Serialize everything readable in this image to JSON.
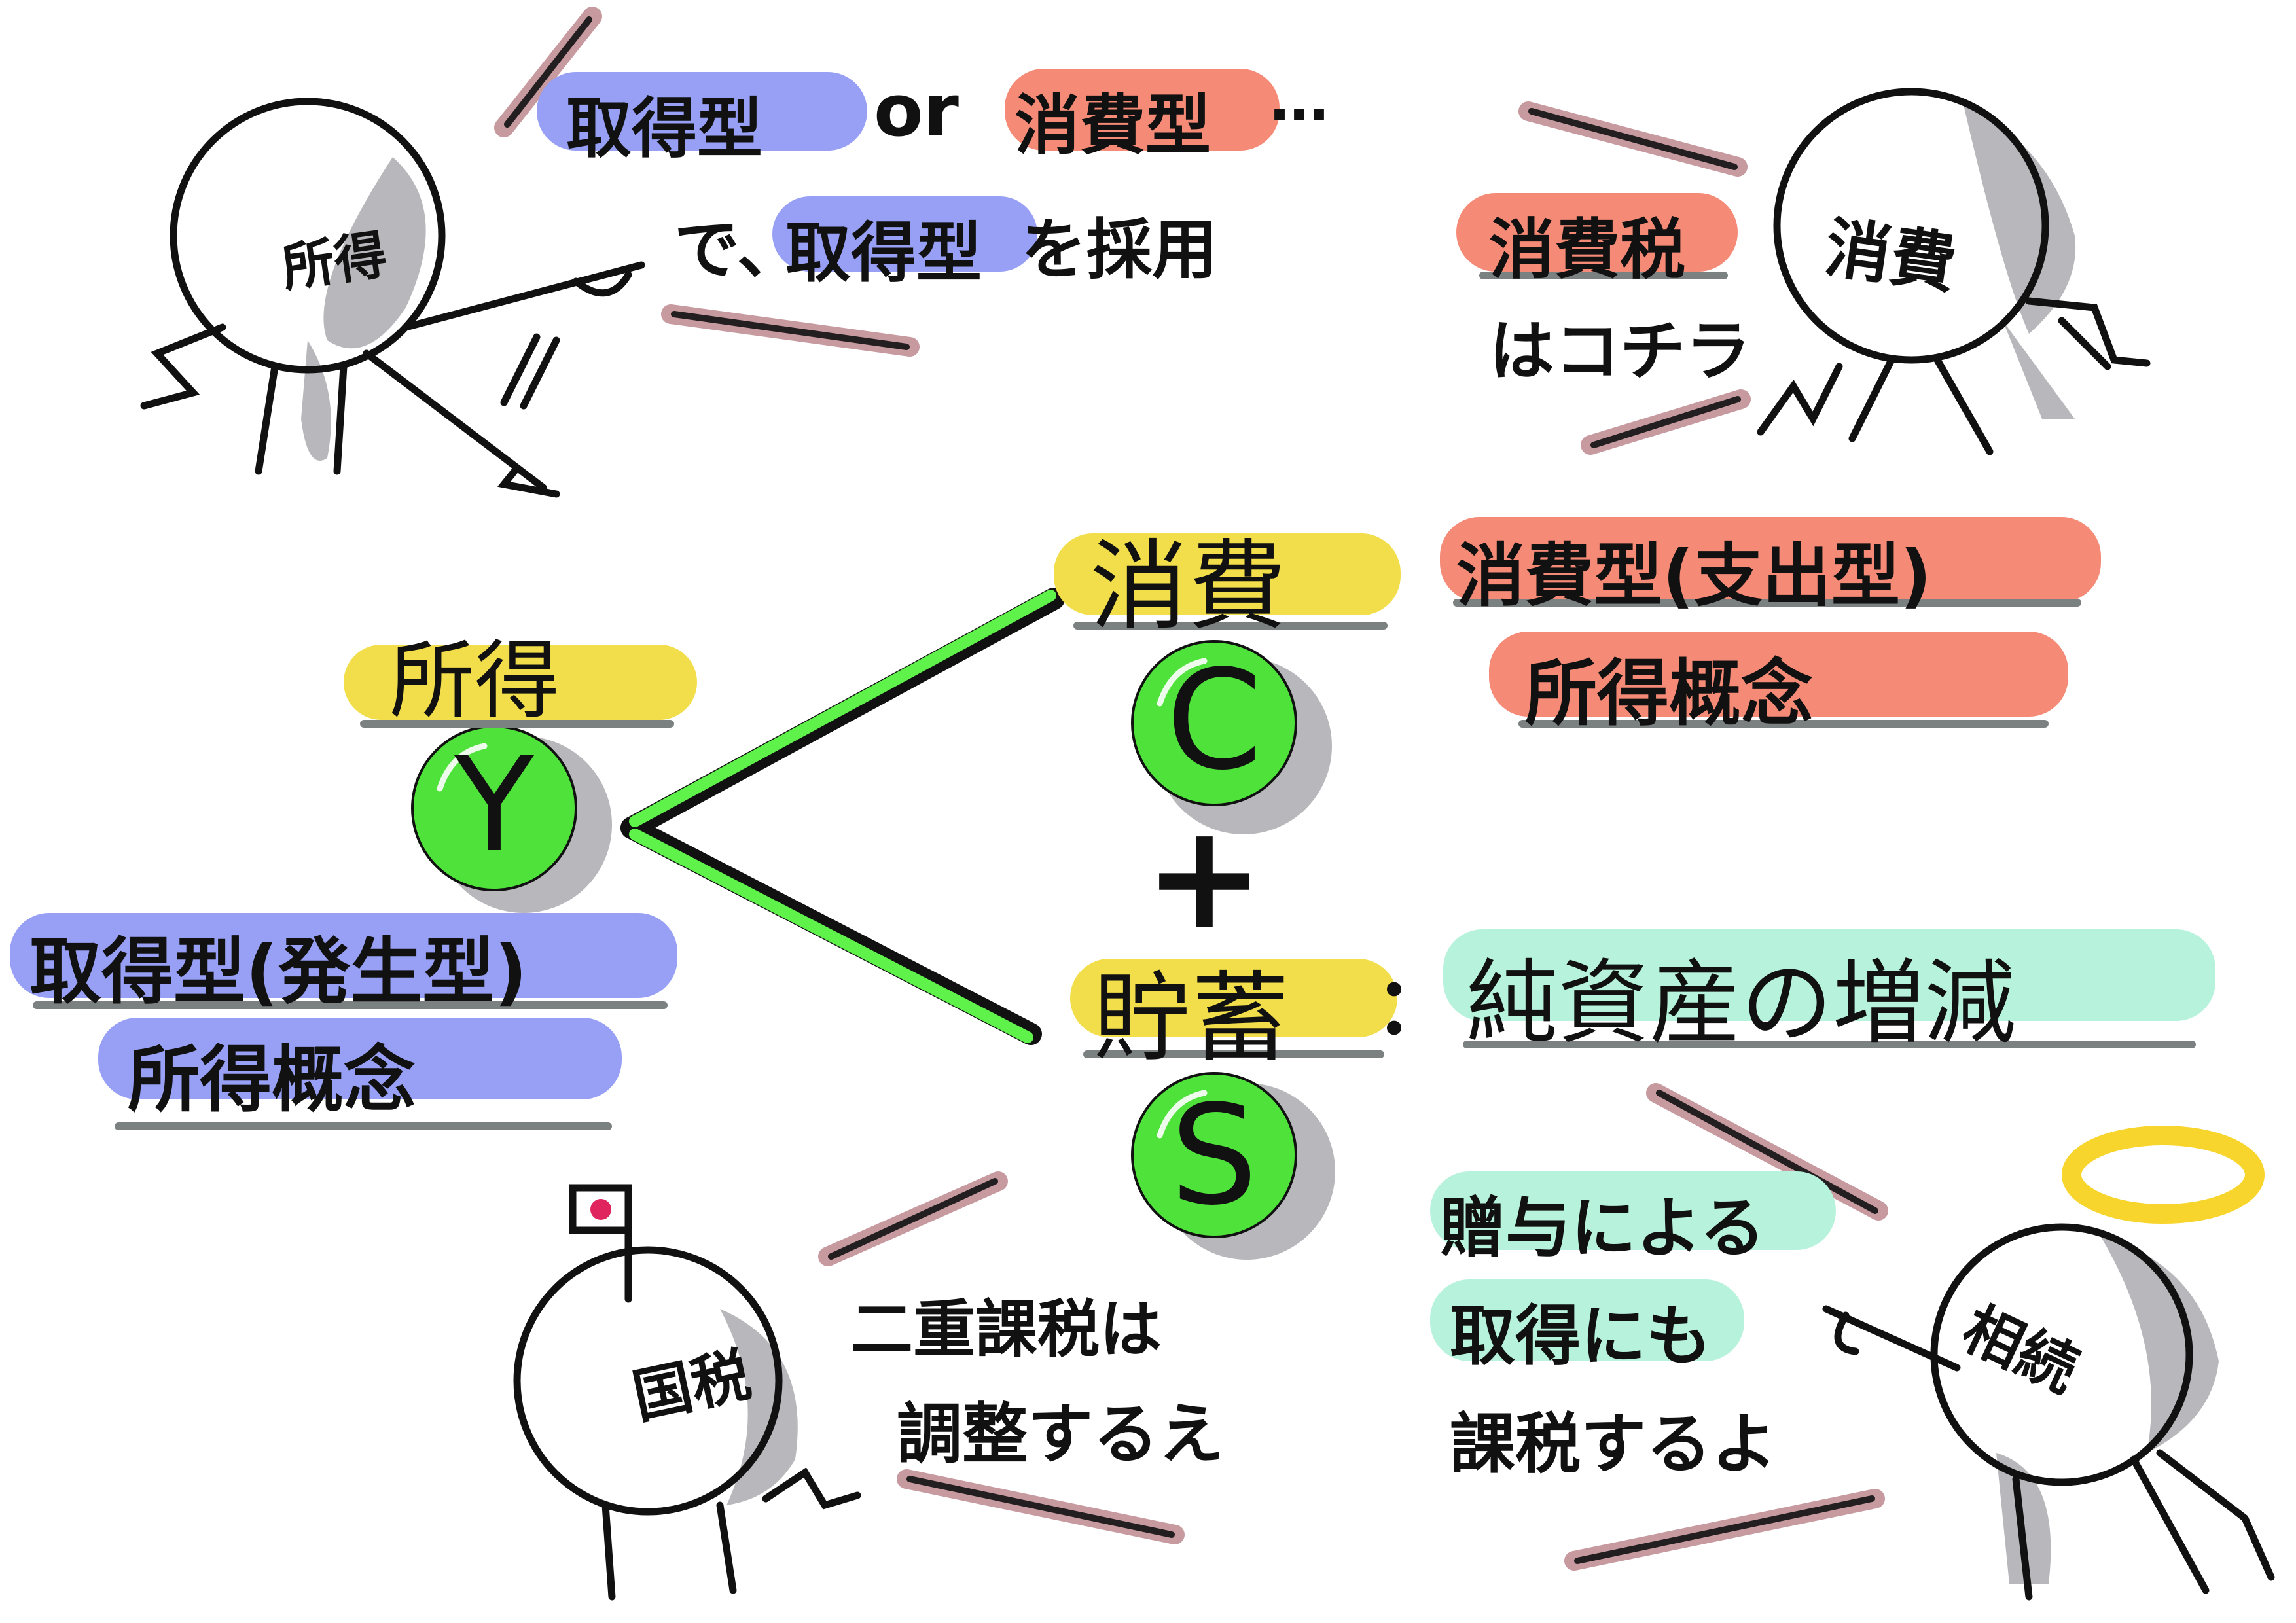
{
  "colors": {
    "blue_highlight": "#98a0f5",
    "red_highlight": "#f58a76",
    "yellow_highlight": "#f2de4a",
    "mint_highlight": "#b7f3dc",
    "green_circle": "#4fe23b",
    "green_line": "#5ef24a",
    "marker_mauve": "#c79aa0",
    "shadow_gray": "#b8b8bc",
    "halo": "#f7d52c"
  },
  "top_left": {
    "head_label": "所得",
    "word1": "取得型",
    "or": "or",
    "word2": "消費型",
    "ellipsis": "…",
    "line2_prefix": "で、",
    "line2_word": "取得型",
    "line2_suffix": "を採用"
  },
  "top_right": {
    "head_label": "消費",
    "tax": "消費税",
    "here": "はコチラ"
  },
  "center": {
    "income": "所得",
    "y": "Y",
    "consumption": "消費",
    "c": "C",
    "plus": "+",
    "savings": "貯蓄",
    "colon": "：",
    "net_assets": "純資産の増減",
    "s": "S"
  },
  "left_terms": {
    "line1": "取得型(発生型)",
    "line2": "所得概念"
  },
  "right_terms": {
    "line1": "消費型(支出型)",
    "line2": "所得概念"
  },
  "bottom_left": {
    "head_label": "国税",
    "line1": "二重課税は",
    "line2": "調整するえ"
  },
  "bottom_right": {
    "head_label": "相続",
    "line1": "贈与による",
    "line2": "取得にも",
    "line3": "課税するよ"
  }
}
